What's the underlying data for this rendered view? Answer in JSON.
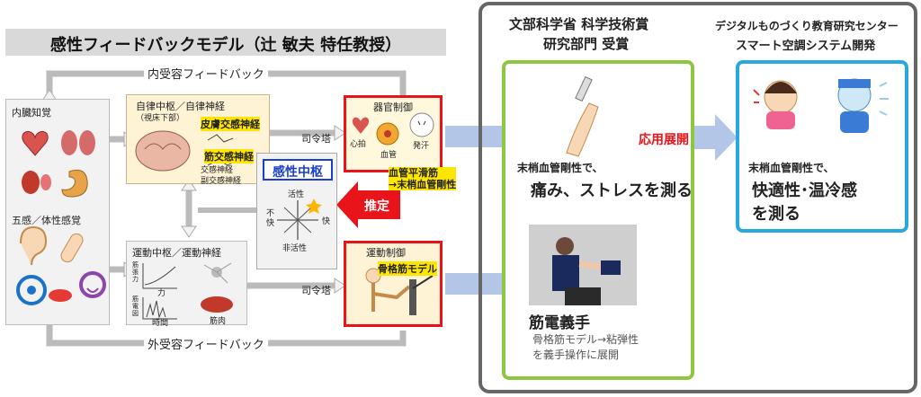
{
  "title": "感性フィードバックモデル（辻 敏夫 特任教授）",
  "loops": {
    "inner": "内受容フィードバック",
    "outer": "外受容フィードバック"
  },
  "senses": {
    "visceral": "内臓知覚",
    "five_senses": "五感／体性感覚"
  },
  "autonomic": {
    "title": "自律中枢／自律神経",
    "sub": "（視床下部）",
    "label1": "皮膚交感神経",
    "label2": "筋交感神経",
    "n1": "交感神経",
    "n2": "副交感神経"
  },
  "motor": {
    "title": "運動中枢／運動神経",
    "axis_y1": "筋\n張\n力",
    "axis_x1": "力",
    "axis_y2": "筋\n電\n図",
    "axis_x2": "時間",
    "muscle": "筋肉"
  },
  "center": {
    "title": "感性中枢",
    "active": "活性",
    "inactive": "非活性",
    "discomfort": "不\n快",
    "comfort": "快"
  },
  "organ": {
    "title": "器官制御",
    "heart": "心拍",
    "sweat": "発汗",
    "vessel": "血管",
    "label": "血管平滑筋\n→末梢血管剛性"
  },
  "motion": {
    "title": "運動制御",
    "label": "骨格筋モデル"
  },
  "command1": "司令塔",
  "command2": "司令塔",
  "estimate": "推定",
  "award": {
    "line1": "文部科学省 科学技術賞",
    "line2": "研究部門 受賞"
  },
  "left_panel": {
    "caption1": "末梢血管剛性で、",
    "caption2": "痛み、ストレスを測る",
    "prosthesis_title": "筋電義手",
    "prosthesis_desc1": "骨格筋モデル→粘弾性",
    "prosthesis_desc2": "を義手操作に展開"
  },
  "apply": "応用展開",
  "right_panel": {
    "header1": "デジタルものづくり教育研究センター",
    "header2": "スマート空調システム開発",
    "caption1": "末梢血管剛性で、",
    "caption2": "快適性･温冷感",
    "caption3": "を測る"
  },
  "colors": {
    "red": "#e8141a",
    "green": "#8dc63f",
    "blue": "#29a8e0",
    "grey": "#666666",
    "yellow": "#ffe600",
    "title_bg": "#d9d9d9"
  }
}
